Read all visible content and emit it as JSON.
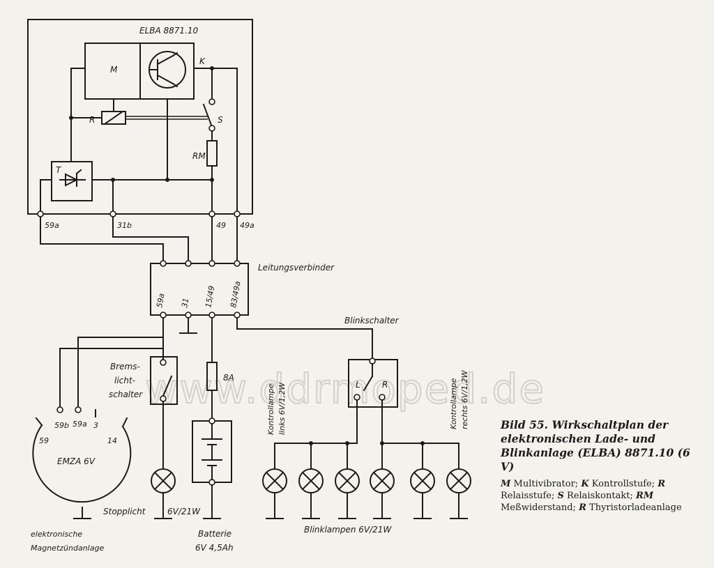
{
  "watermark": "www.ddrmoped.de",
  "module": {
    "title": "ELBA 8871.10",
    "block_m": "M",
    "label_k": "K",
    "label_r": "R",
    "label_s": "S",
    "label_rm": "RM",
    "label_t": "T",
    "terminals": [
      "59a",
      "31b",
      "49",
      "49a"
    ]
  },
  "connector": {
    "label": "Leitungsverbinder",
    "pins": [
      "59a",
      "31",
      "15/49",
      "83/49a"
    ]
  },
  "switches": {
    "turn_switch": "Blinkschalter",
    "turn_left": "L",
    "turn_right": "R",
    "brake_switch": [
      "Brems-",
      "licht-",
      "schalter"
    ]
  },
  "fuse": "8A",
  "ignition": {
    "name": "EMZA 6V",
    "terminals": [
      "59",
      "59b",
      "59a",
      "3",
      "14"
    ],
    "caption": [
      "elektronische",
      "Magnetzündanlage"
    ]
  },
  "stop_light": {
    "label": "Stopplicht",
    "rating": "6V/21W"
  },
  "battery": [
    "Batterie",
    "6V  4,5Ah"
  ],
  "indicator_left": [
    "Kontrollampe",
    "links 6V/1,2W"
  ],
  "indicator_right": [
    "Kontrollampe",
    "rechts 6V/1,2W"
  ],
  "turn_lamps": "Blinklampen 6V/21W",
  "caption": {
    "title": "Bild 55. Wirkschaltplan der elektronischen Lade- und Blinkanlage (ELBA) 8871.10 (6 V)",
    "legend": [
      {
        "sym": "M",
        "text": "Multivibrator;"
      },
      {
        "sym": "K",
        "text": "Kontrollstufe;"
      },
      {
        "sym": "R",
        "text": "Relaisstufe;"
      },
      {
        "sym": "S",
        "text": "Relaiskontakt;"
      },
      {
        "sym": "RM",
        "text": "Meßwiderstand;"
      },
      {
        "sym": "R",
        "text": "Thyristorladeanlage"
      }
    ]
  }
}
